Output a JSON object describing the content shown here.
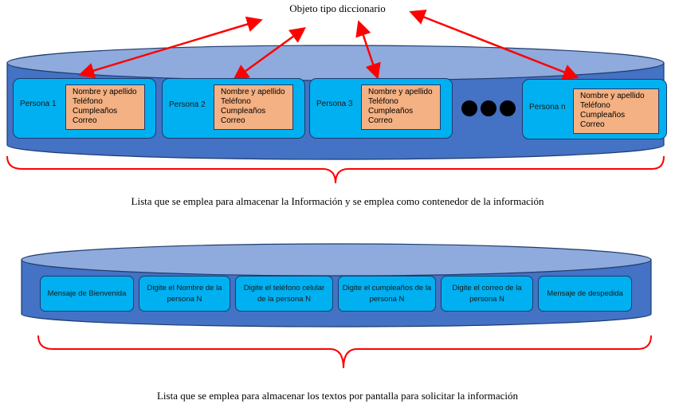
{
  "title": "Objeto tipo diccionario",
  "list1": {
    "persons": [
      {
        "label": "Persona 1"
      },
      {
        "label": "Persona 2"
      },
      {
        "label": "Persona 3"
      },
      {
        "label": "Persona n"
      }
    ],
    "dict_fields": [
      "Nombre y apellido",
      "Teléfono",
      "Cumpleaños",
      "Correo"
    ],
    "caption": "Lista que se emplea para almacenar la Información y se emplea como contenedor de la información"
  },
  "list2": {
    "items": [
      {
        "text": "Mensaje de Bienvenida"
      },
      {
        "text": "Digite el Nombre de la persona N"
      },
      {
        "text": "Digite el teléfono celular de la persona N"
      },
      {
        "text": "Digite el cumpleaños de la persona N"
      },
      {
        "text": "Digite el correo de la persona N"
      },
      {
        "text": "Mensaje de despedida"
      }
    ],
    "caption": "Lista que se emplea para almacenar los textos por pantalla para solicitar la información"
  },
  "colors": {
    "container_body": "#4472c4",
    "container_top": "#8faadc",
    "container_outline": "#1f3b6e",
    "card": "#00b0f0",
    "dict": "#f4b183",
    "bracket": "#ff0000",
    "arrow": "#ff0000"
  }
}
